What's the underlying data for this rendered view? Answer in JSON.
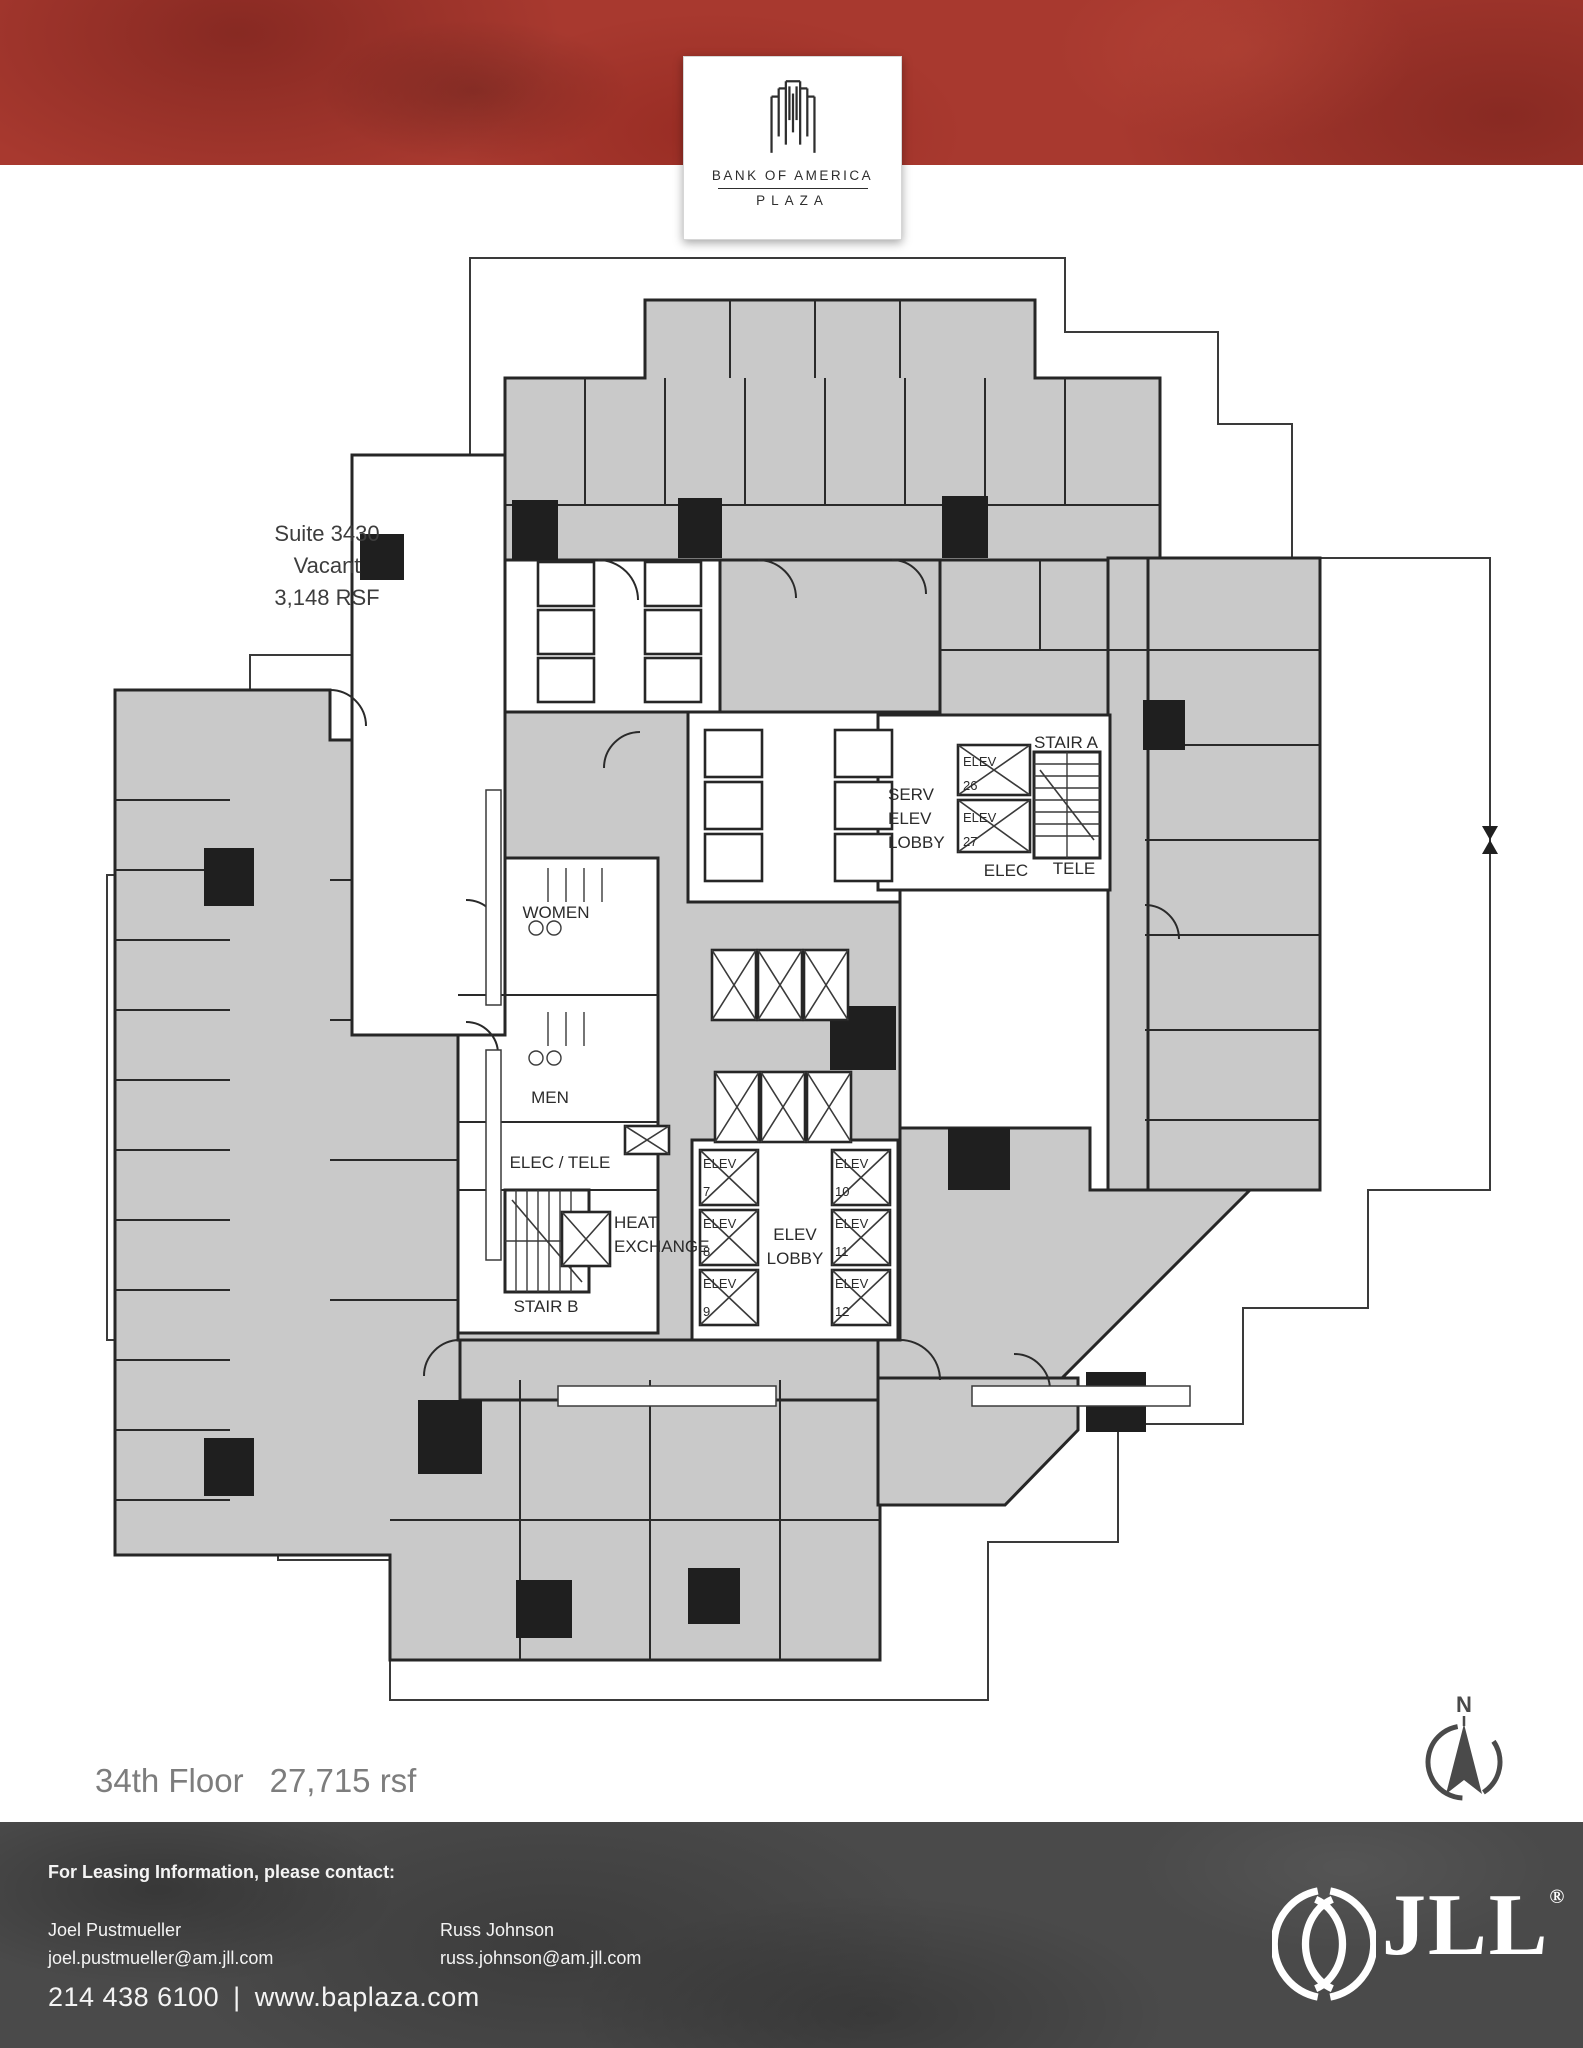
{
  "logo_card": {
    "name_line1": "BANK OF AMERICA",
    "name_line2": "PLAZA"
  },
  "suite_callout": {
    "lines": [
      "Suite 3430",
      "Vacant",
      "3,148 RSF"
    ]
  },
  "plan_labels": {
    "women": "WOMEN",
    "men": "MEN",
    "elec_tele": "ELEC / TELE",
    "heat": [
      "HEAT",
      "EXCHANGE"
    ],
    "stair_b": "STAIR B",
    "stair_a": "STAIR A",
    "serv_lobby": [
      "SERV",
      "ELEV",
      "LOBBY"
    ],
    "elec": "ELEC",
    "tele": "TELE",
    "elev_lobby": [
      "ELEV",
      "LOBBY"
    ]
  },
  "elevators": [
    {
      "l1": "ELEV",
      "l2": "26"
    },
    {
      "l1": "ELEV",
      "l2": "27"
    },
    {
      "l1": "ELEV",
      "l2": "7"
    },
    {
      "l1": "ELEV",
      "l2": "8"
    },
    {
      "l1": "ELEV",
      "l2": "9"
    },
    {
      "l1": "ELEV",
      "l2": "10"
    },
    {
      "l1": "ELEV",
      "l2": "11"
    },
    {
      "l1": "ELEV",
      "l2": "12"
    }
  ],
  "floor_title": {
    "floor": "34th Floor",
    "area": "27,715 rsf"
  },
  "compass": {
    "north": "N"
  },
  "footer": {
    "heading": "For Leasing Information, please contact:",
    "contacts": [
      {
        "name": "Joel Pustmueller",
        "email": "joel.pustmueller@am.jll.com"
      },
      {
        "name": "Russ Johnson",
        "email": "russ.johnson@am.jll.com"
      }
    ],
    "phone": "214 438 6100",
    "separator": "|",
    "website": "www.baplaza.com",
    "brand": "JLL",
    "brand_reg": "®"
  },
  "colors": {
    "banner_red": "#a8392f",
    "footer_gray": "#4a4a4a",
    "room_gray": "#c9c9c9",
    "wall_dark": "#1f1f1f",
    "title_gray": "#7d7d7d"
  }
}
